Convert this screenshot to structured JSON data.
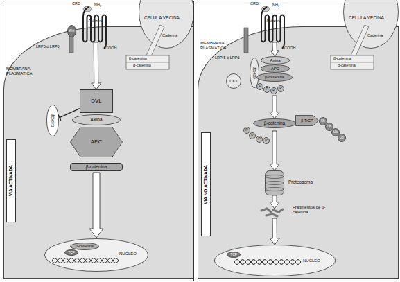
{
  "diagram": {
    "nodes": [
      {
        "text": [
          "MEMBRANA PLASMATICA"
        ]
      },
      {
        "text": [
          "CELULA VECINA"
        ]
      },
      {
        "text": [
          "Wnt"
        ]
      },
      {
        "text": [
          "Frizzled"
        ]
      },
      {
        "text": [
          "DVL"
        ],
        "in": 0
      },
      {
        "text": [
          "GSK3β"
        ],
        "in": 0
      },
      {
        "text": [
          "Axina"
        ],
        "in": 0
      },
      {
        "text": [
          "APC"
        ],
        "in": 0
      },
      {
        "text": [
          "β-catenina"
        ],
        "in": 0
      },
      {
        "text": [
          "NUCLEO"
        ],
        "in": 0
      },
      {
        "text": [
          "β-catenina"
        ],
        "in": 9
      },
      {
        "text": [
          "TCF"
        ],
        "in": 9
      },
      {
        "text": [
          "VIA ACTIVADA"
        ],
        "in": 0
      },
      {
        "text": [
          "MEMBRANA PLASMATICA"
        ]
      },
      {
        "text": [
          "CELULA VECINA"
        ]
      },
      {
        "text": [
          "Frizzled"
        ]
      },
      {
        "text": [
          "GSK3β"
        ],
        "in": 13
      },
      {
        "text": [
          "Axina"
        ],
        "in": 13
      },
      {
        "text": [
          "APC"
        ],
        "in": 13
      },
      {
        "text": [
          "β-catenina"
        ],
        "in": 13
      },
      {
        "text": [
          "P"
        ],
        "in": 13
      },
      {
        "text": [
          "P"
        ],
        "in": 13
      },
      {
        "text": [
          "P"
        ],
        "in": 13
      },
      {
        "text": [
          "P"
        ],
        "in": 13
      },
      {
        "text": [
          "CK1"
        ],
        "in": 13
      },
      {
        "text": [
          "β-catenina"
        ],
        "in": 13
      },
      {
        "text": [
          "β TrCP"
        ],
        "in": 13
      },
      {
        "text": [
          "Ub"
        ],
        "in": 13
      },
      {
        "text": [
          "Ub"
        ],
        "in": 13
      },
      {
        "text": [
          "Ub"
        ],
        "in": 13
      },
      {
        "text": [
          "Ub"
        ],
        "in": 13
      },
      {
        "text": [
          "P"
        ],
        "in": 13
      },
      {
        "text": [
          "P"
        ],
        "in": 13
      },
      {
        "text": [
          "P"
        ],
        "in": 13
      },
      {
        "text": [
          "P"
        ],
        "in": 13
      },
      {
        "text": [
          "Proteosoma"
        ],
        "in": 13
      },
      {
        "text": [
          "Fragmentos de β-catenina"
        ],
        "in": 13
      },
      {
        "text": [
          "NUCLEO"
        ],
        "in": 13
      },
      {
        "text": [
          "TCF"
        ],
        "in": 37
      },
      {
        "text": [
          "VIA NO ACTIVADA"
        ],
        "in": 13
      }
    ],
    "edges": [
      {
        "from": 3,
        "to": 4,
        "arrow": "to"
      },
      {
        "from": 4,
        "to": 5,
        "arrow": "to"
      },
      {
        "from": 8,
        "to": 9,
        "arrow": "to"
      },
      {
        "from": 15,
        "to": 17,
        "arrow": "to"
      },
      {
        "from": 19,
        "to": 25,
        "arrow": "to"
      },
      {
        "from": 25,
        "to": 35,
        "arrow": "to"
      },
      {
        "from": 35,
        "to": 36,
        "arrow": "to"
      },
      {
        "from": 36,
        "to": 37,
        "arrow": "to"
      }
    ],
    "labels": [
      "CRD",
      "NH₂",
      "LRP5 ó LRP6",
      "COOH",
      "Caderina",
      "β-catenina",
      "α-catenina",
      "CRD",
      "NH₂",
      "LRP-5 ó LRP6",
      "COOH",
      "Caderina",
      "β-catenina",
      "α-catenina"
    ]
  }
}
